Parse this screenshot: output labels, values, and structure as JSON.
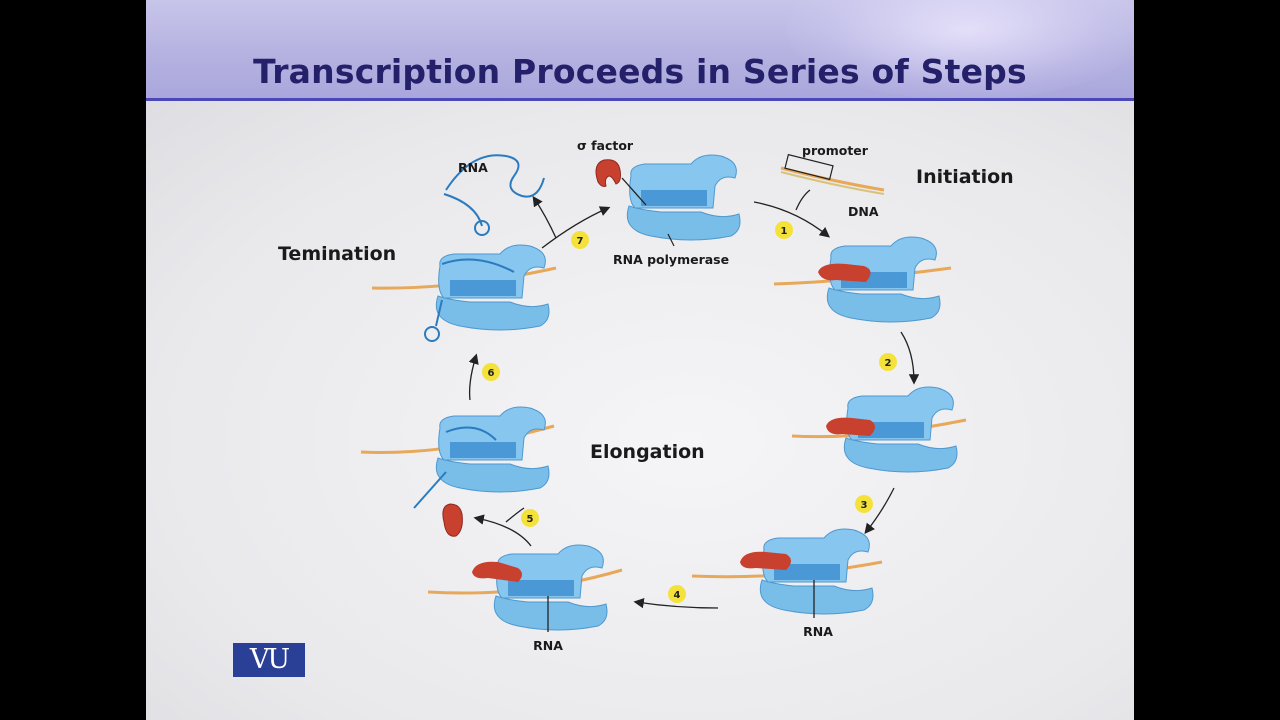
{
  "slide": {
    "title": "Transcription Proceeds in Series of Steps"
  },
  "diagram": {
    "phases": {
      "initiation": "Initiation",
      "elongation": "Elongation",
      "termination": "Temination"
    },
    "labels": {
      "sigma_factor": "σ factor",
      "promoter": "promoter",
      "dna": "DNA",
      "rna_polymerase": "RNA polymerase",
      "rna_top": "RNA",
      "rna_step3": "RNA",
      "rna_step4": "RNA"
    },
    "steps": [
      "1",
      "2",
      "3",
      "4",
      "5",
      "6",
      "7"
    ]
  },
  "logo": {
    "text": "VU"
  },
  "colors": {
    "polymerase": "#6fb3e6",
    "polymerase_dark": "#2f7fc4",
    "sigma": "#c0392b",
    "dna": "#e8a85a",
    "rna": "#2a7bc0",
    "step_badge": "#f4e23a",
    "title": "#24206a",
    "logo_bg": "#2a3f96"
  }
}
